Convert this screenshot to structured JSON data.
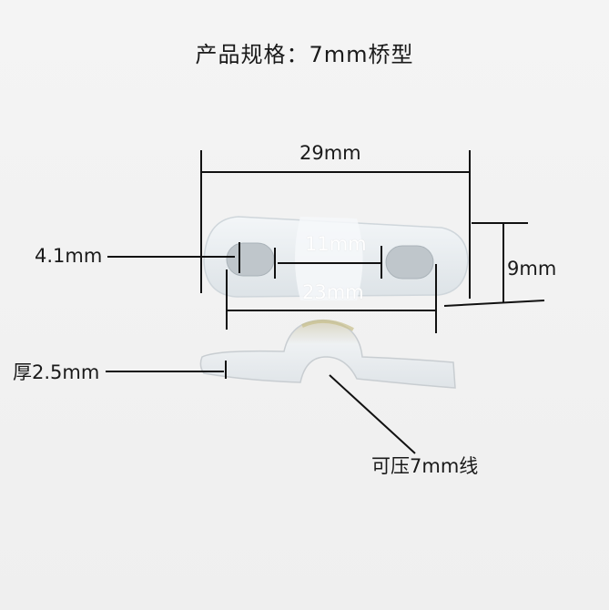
{
  "title": "产品规格：7mm桥型",
  "dimensions": {
    "overall_length": "29mm",
    "hole_width": "4.1mm",
    "middle_span": "11mm",
    "hole_spacing": "23mm",
    "height": "9mm",
    "thickness": "厚2.5mm",
    "fits": "可压7mm线"
  },
  "colors": {
    "background": "#f2f2f2",
    "part": "#e9eef1",
    "dimension_line": "#111111"
  }
}
